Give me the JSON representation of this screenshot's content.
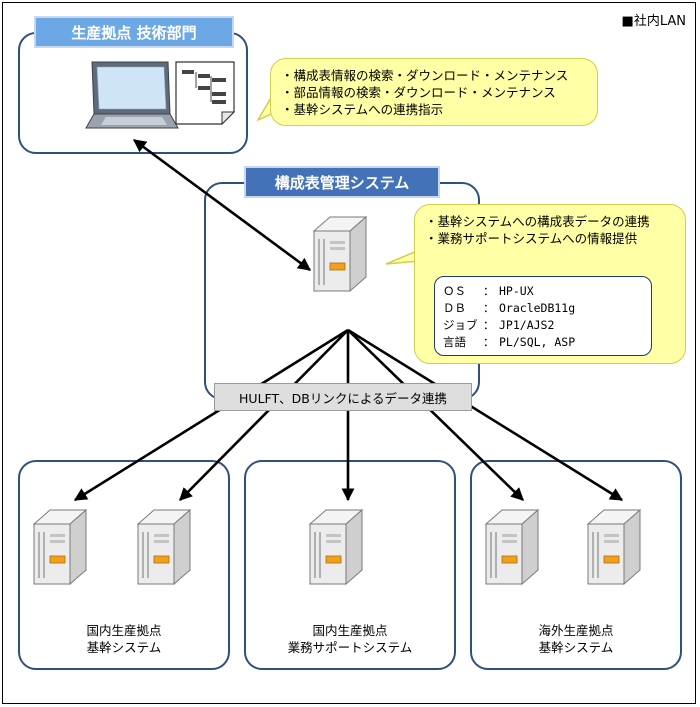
{
  "lan_label": "■社内LAN",
  "dept": {
    "title": "生産拠点 技術部門",
    "callout_items": [
      "・構成表情報の検索・ダウンロード・メンテナンス",
      "・部品情報の検索・ダウンロード・メンテナンス",
      "・基幹システムへの連携指示"
    ]
  },
  "system": {
    "title": "構成表管理システム",
    "callout_items": [
      "・基幹システムへの構成表データの連携",
      "・業務サポートシステムへの情報提供"
    ],
    "spec": [
      {
        "key": "ＯＳ",
        "value": "HP-UX"
      },
      {
        "key": "ＤＢ",
        "value": "OracleDB11g"
      },
      {
        "key": "ジョブ",
        "value": "JP1/AJS2"
      },
      {
        "key": "言語",
        "value": "PL/SQL, ASP"
      }
    ],
    "spec_sep": "："
  },
  "link_label": "HULFT、DBリンクによるデータ連携",
  "targets": [
    {
      "line1": "国内生産拠点",
      "line2": "基幹システム"
    },
    {
      "line1": "国内生産拠点",
      "line2": "業務サポートシステム"
    },
    {
      "line1": "海外生産拠点",
      "line2": "基幹システム"
    }
  ],
  "colors": {
    "group_border": "#2f4f7f",
    "tab_light": "#6da8e6",
    "tab_dark": "#4472b8",
    "callout_fill": "#ffffa5",
    "server_accent": "#f0a020"
  }
}
